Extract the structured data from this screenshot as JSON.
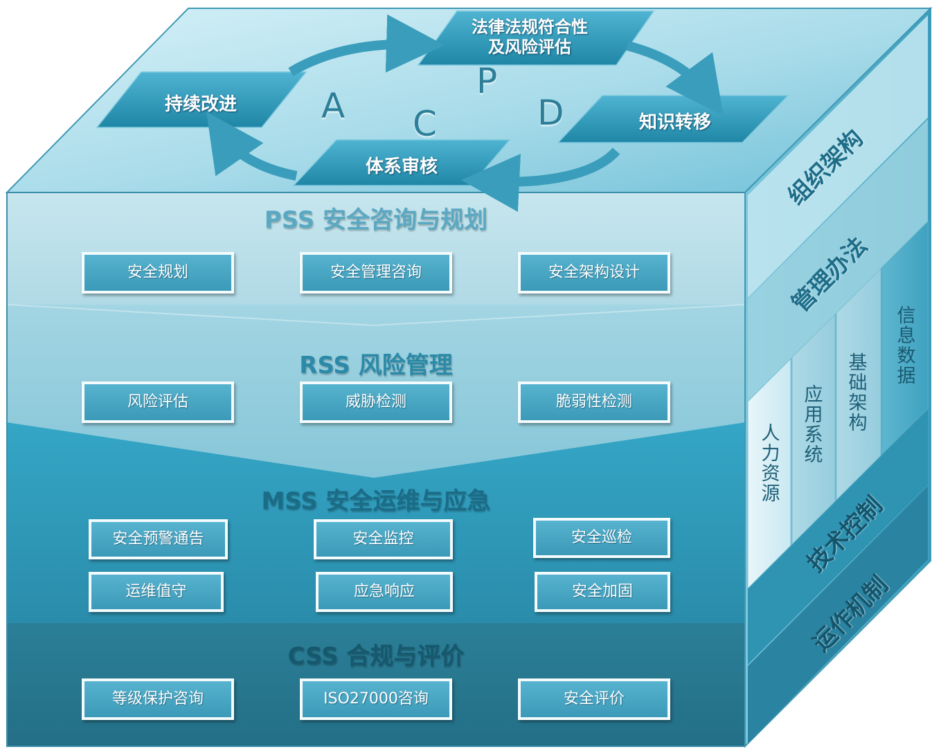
{
  "cycle": {
    "steps": [
      {
        "label_line1": "法律法规符合性",
        "label_line2": "及风险评估"
      },
      {
        "label": "知识转移"
      },
      {
        "label": "体系审核"
      },
      {
        "label": "持续改进"
      }
    ],
    "letters": {
      "p": "P",
      "d": "D",
      "c": "C",
      "a": "A"
    }
  },
  "layers": {
    "pss": {
      "title": "PSS 安全咨询与规划",
      "items": [
        "安全规划",
        "安全管理咨询",
        "安全架构设计"
      ]
    },
    "rss": {
      "title": "RSS 风险管理",
      "items": [
        "风险评估",
        "威胁检测",
        "脆弱性检测"
      ]
    },
    "mss": {
      "title": "MSS 安全运维与应急",
      "items": [
        "安全预警通告",
        "安全监控",
        "安全巡检",
        "运维值守",
        "应急响应",
        "安全加固"
      ]
    },
    "css": {
      "title": "CSS 合规与评价",
      "items": [
        "等级保护咨询",
        "ISO27000咨询",
        "安全评价"
      ]
    }
  },
  "side": {
    "org": "组织架构",
    "mgmt": "管理办法",
    "tech": "技术控制",
    "ops": "运作机制",
    "pillars": [
      "人力资源",
      "应用系统",
      "基础架构",
      "信息数据"
    ]
  },
  "colors": {
    "top_face": "#a9dcea",
    "pss_band": "#b9e0ea",
    "rss_band": "#8ccadc",
    "mss_band": "#2d95b4",
    "css_band": "#27788f",
    "arrow": "#3a9dbb",
    "title_text": "#2a7f9c"
  }
}
